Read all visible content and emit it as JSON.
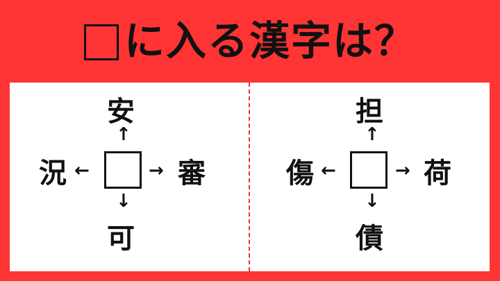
{
  "title": {
    "text": "に入る漢字は？"
  },
  "colors": {
    "background": "#ff3434",
    "panel": "#ffffff",
    "divider": "#e8333a",
    "text": "#111111"
  },
  "puzzles": [
    {
      "top": "安",
      "bottom": "可",
      "left": "況",
      "right": "審",
      "arrows": {
        "up": "↑",
        "down": "↓",
        "left": "←",
        "right": "→"
      }
    },
    {
      "top": "担",
      "bottom": "債",
      "left": "傷",
      "right": "荷",
      "arrows": {
        "up": "↑",
        "down": "↓",
        "left": "←",
        "right": "→"
      }
    }
  ]
}
